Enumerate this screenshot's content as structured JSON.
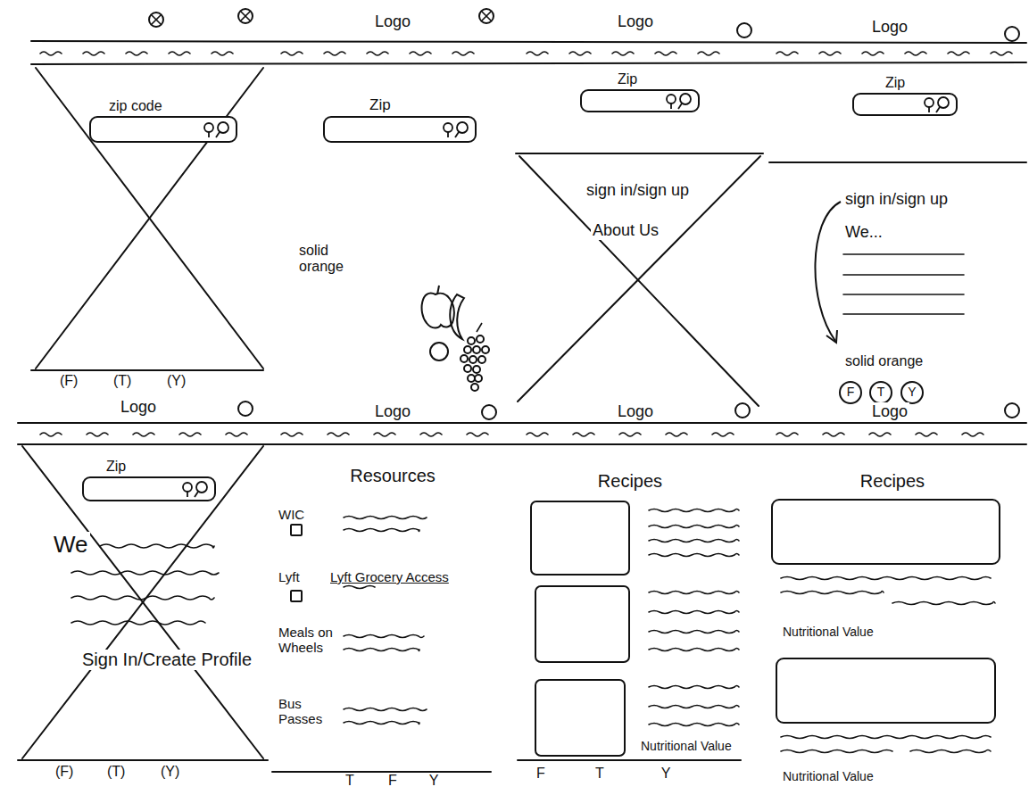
{
  "diagram": {
    "nodes": [
      {
        "text": [
          "zip code"
        ]
      },
      {
        "text": [
          "Zip"
        ]
      },
      {
        "text": [
          "Zip"
        ]
      },
      {
        "text": [
          "Zip"
        ]
      },
      {
        "text": [
          "F"
        ]
      },
      {
        "text": [
          "T"
        ]
      },
      {
        "text": [
          "Y"
        ]
      },
      {
        "text": [
          "Zip"
        ]
      }
    ],
    "labels": [
      "(F)",
      "(T)",
      "(Y)",
      "Logo",
      "solid orange",
      "Logo",
      "sign in/sign up",
      "About Us",
      "Logo",
      "sign in/sign up",
      "We...",
      "solid orange",
      "Logo",
      "We",
      "Sign In/Create Profile",
      "(F)",
      "(T)",
      "(Y)",
      "Logo",
      "Resources",
      "WIC",
      "Lyft",
      "Lyft Grocery Access",
      "Meals on Wheels",
      "Bus Passes",
      "T",
      "F",
      "Y",
      "Logo",
      "Recipes",
      "Nutritional Value",
      "F",
      "T",
      "Y",
      "Logo",
      "Recipes",
      "Nutritional Value",
      "Nutritional Value"
    ]
  }
}
